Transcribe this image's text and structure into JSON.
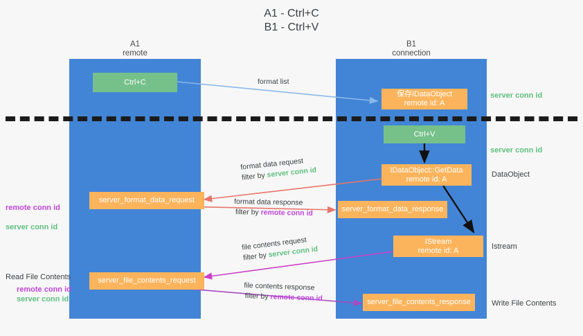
{
  "title": "A1 - Ctrl+C\nB1 - Ctrl+V",
  "columns": {
    "left": {
      "name": "A1",
      "role": "remote",
      "header": "A1\nremote"
    },
    "right": {
      "name": "B1",
      "role": "connection",
      "header": "B1\nconnection"
    }
  },
  "boxes": {
    "ctrl_c": "Ctrl+C",
    "ctrl_v": "Ctrl+V",
    "save_idataobject": "保存IDataObject\nremote id: A",
    "idataobject_getdata": "IDataObject::GetData\nremote id: A",
    "istream": "IStream\nremote id: A",
    "server_format_data_request": "server_format_data_request",
    "server_format_data_response": "server_format_data_response",
    "server_file_contents_request": "server_file_contents_request",
    "server_file_contents_response": "server_file_contents_response"
  },
  "right_labels": {
    "server_conn_id_top": "server conn id",
    "server_conn_id_mid": "server conn id",
    "dataobject": "DataObject",
    "istream": "Istream",
    "write_file_contents": "Write File Contents"
  },
  "left_labels": {
    "format_conn_ids": "remote conn id\nserver conn id",
    "read_file_contents": "Read File Contents",
    "file_conn_ids": "remote conn id\nserver conn id"
  },
  "edges": {
    "format_list": "format list",
    "format_data_request": "format data request",
    "format_data_request_filter_prefix": "filter by ",
    "format_data_request_filter_value": "server conn id",
    "format_data_response": "format data response",
    "format_data_response_filter_prefix": "filter by ",
    "format_data_response_filter_value": "remote conn id",
    "file_contents_request": "file contents request",
    "file_contents_request_filter_prefix": "filter by ",
    "file_contents_request_filter_value": "server conn id",
    "file_contents_response": "file contents response",
    "file_contents_response_filter_prefix": "filter by ",
    "file_contents_response_filter_value": "remote conn id"
  },
  "colors": {
    "lane": "#4285d6",
    "green_box": "#76c18a",
    "orange_box": "#fbb45c",
    "server_conn_id": "#5fbf7f",
    "remote_conn_id": "#c045d8",
    "arrow_light_blue": "#8ab8e8",
    "arrow_red": "#e8756a",
    "arrow_magenta": "#cc3fc8",
    "arrow_purple": "#a64bc4",
    "arrow_black": "#111111",
    "divider": "#1b1b1b"
  }
}
